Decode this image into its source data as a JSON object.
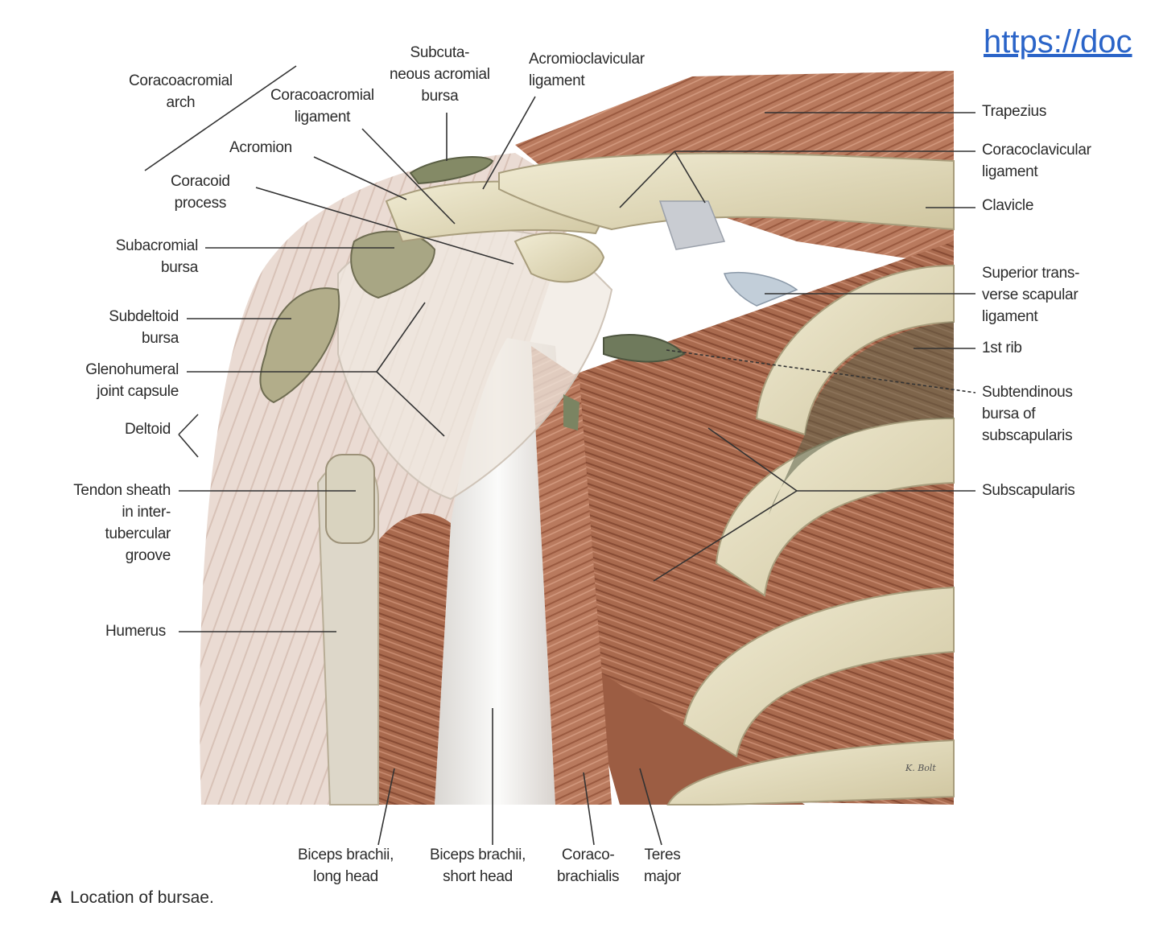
{
  "link": {
    "url_text": "https://doc"
  },
  "figure": {
    "caption_letter": "A",
    "caption_text": "Location of bursae.",
    "signature": "K. Bolt"
  },
  "labels_left": {
    "coracoacromial_arch": [
      "Coracoacromial",
      "arch"
    ],
    "coracoacromial_ligament": [
      "Coracoacromial",
      "ligament"
    ],
    "subcutaneous_acromial_bursa": [
      "Subcuta-",
      "neous acromial",
      "bursa"
    ],
    "acromion": [
      "Acromion"
    ],
    "coracoid_process": [
      "Coracoid",
      "process"
    ],
    "subacromial_bursa": [
      "Subacromial",
      "bursa"
    ],
    "subdeltoid_bursa": [
      "Subdeltoid",
      "bursa"
    ],
    "glenohumeral_joint_capsule": [
      "Glenohumeral",
      "joint capsule"
    ],
    "deltoid": [
      "Deltoid"
    ],
    "tendon_sheath": [
      "Tendon sheath",
      "in inter-",
      "tubercular",
      "groove"
    ],
    "humerus": [
      "Humerus"
    ]
  },
  "labels_top": {
    "acromioclavicular_ligament": [
      "Acromioclavicular",
      "ligament"
    ]
  },
  "labels_right": {
    "trapezius": [
      "Trapezius"
    ],
    "coracoclavicular_ligament": [
      "Coracoclavicular",
      "ligament"
    ],
    "clavicle": [
      "Clavicle"
    ],
    "superior_transverse_scapular_ligament": [
      "Superior trans-",
      "verse scapular",
      "ligament"
    ],
    "first_rib": [
      "1st rib"
    ],
    "subtendinous_bursa": [
      "Subtendinous",
      "bursa of",
      "subscapularis"
    ],
    "subscapularis": [
      "Subscapularis"
    ]
  },
  "labels_bottom": {
    "biceps_long_head": [
      "Biceps brachii,",
      "long head"
    ],
    "biceps_short_head": [
      "Biceps brachii,",
      "short head"
    ],
    "coracobrachialis": [
      "Coraco-",
      "brachialis"
    ],
    "teres_major": [
      "Teres",
      "major"
    ]
  },
  "colors": {
    "muscle": "#b97a5e",
    "muscle_dark": "#8d4f38",
    "bone": "#e8e1c4",
    "bursa": "#6f7a5c",
    "skin": "#e9d9d0",
    "leader": "#333333",
    "link": "#2a64c8"
  }
}
